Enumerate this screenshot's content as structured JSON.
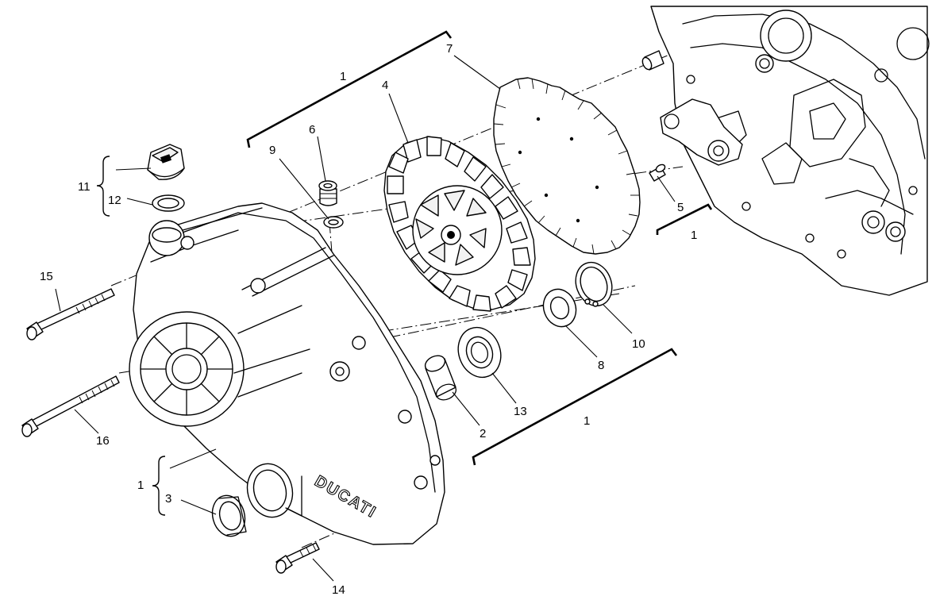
{
  "callouts": {
    "n1_top": "1",
    "n4": "4",
    "n7": "7",
    "n6": "6",
    "n9": "9",
    "n11": "11",
    "n12": "12",
    "n5": "5",
    "n1_right": "1",
    "n15": "15",
    "n10": "10",
    "n8": "8",
    "n13": "13",
    "n2": "2",
    "n1_bottom": "1",
    "n16": "16",
    "n1_left": "1",
    "n3": "3",
    "n14": "14"
  },
  "cover_brand": "DUCATI"
}
